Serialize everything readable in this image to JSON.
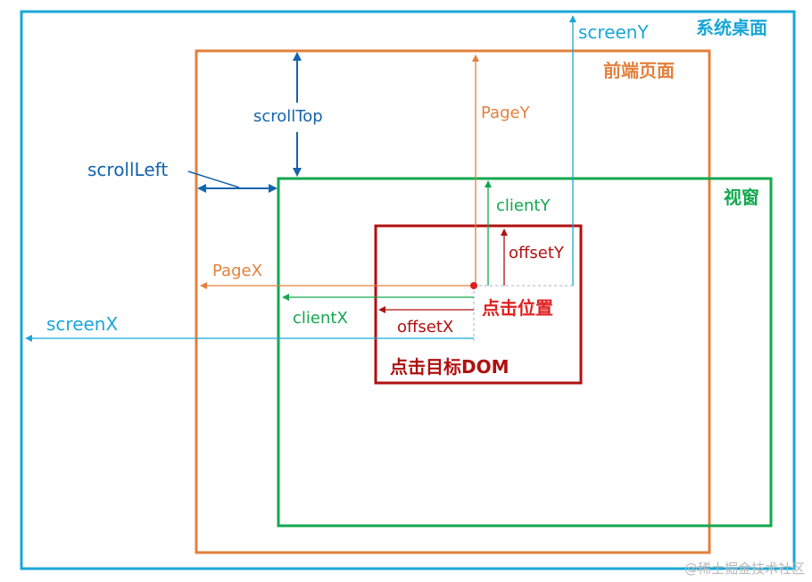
{
  "colors": {
    "screen": "#1aa7d8",
    "page": "#e4803c",
    "viewport": "#12a84e",
    "target": "#b01010",
    "scroll": "#1563ad",
    "click": "#e02020",
    "watermark": "#b8b8b8"
  },
  "regions": {
    "screen": "系统桌面",
    "page": "前端页面",
    "viewport": "视窗",
    "target": "点击目标DOM"
  },
  "labels": {
    "click_point": "点击位置",
    "screenX": "screenX",
    "screenY": "screenY",
    "pageX": "PageX",
    "pageY": "PageY",
    "clientX": "clientX",
    "clientY": "clientY",
    "offsetX": "offsetX",
    "offsetY": "offsetY",
    "scrollTop": "scrollTop",
    "scrollLeft": "scrollLeft"
  },
  "watermark": "@稀土掘金技术社区"
}
